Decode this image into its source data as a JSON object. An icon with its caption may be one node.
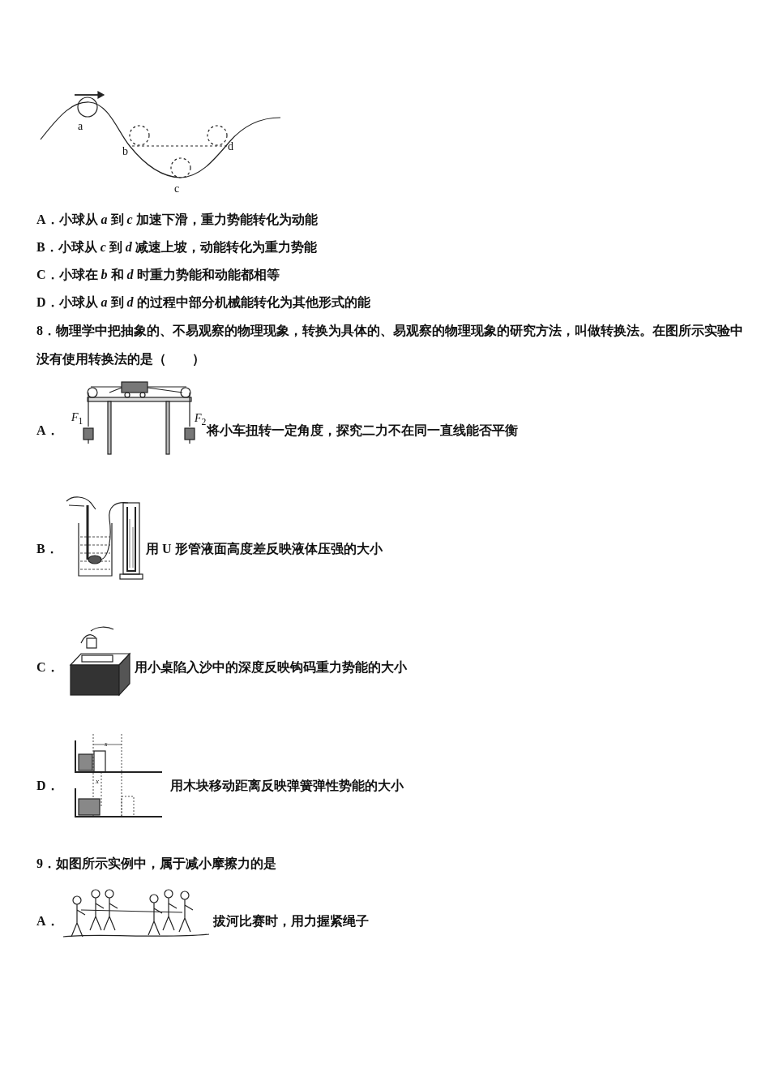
{
  "diagram": {
    "labels": [
      "a",
      "d",
      "b",
      "c",
      "A．小球从 *a* 到 *c* 加速下滑，重力势能转化为动能",
      "B．小球从 *c* 到 *d* 减速上坡，动能转化为重力势能",
      "C．小球在 *b* 和 *d* 时重力势能和动能都相等",
      "D．小球从 *a* 到 *d* 的过程中部分机械能转化为其他形式的能",
      "8．物理学中把抽象的、不易观察的物理现象，转换为具体的、易观察的物理现象的研究方法，叫做转换法。在图所示实验中没有使用转换法的是（　　）",
      "A．",
      "*F*$_{1}$",
      "*F*$_{2}$",
      "将小车扭转一定角度，探究二力不在同一直线能否平衡",
      "B．",
      "用 U 形管液面高度差反映液体压强的大小",
      "C．",
      "用小桌陷入沙中的深度反映钩码重力势能的大小",
      "D．",
      "*s*",
      "*x*",
      "用木块移动距离反映弹簧弹性势能的大小",
      "9．如图所示实例中，属于减小摩擦力的是",
      "A．",
      "拔河比赛时，用力握紧绳子"
    ]
  }
}
